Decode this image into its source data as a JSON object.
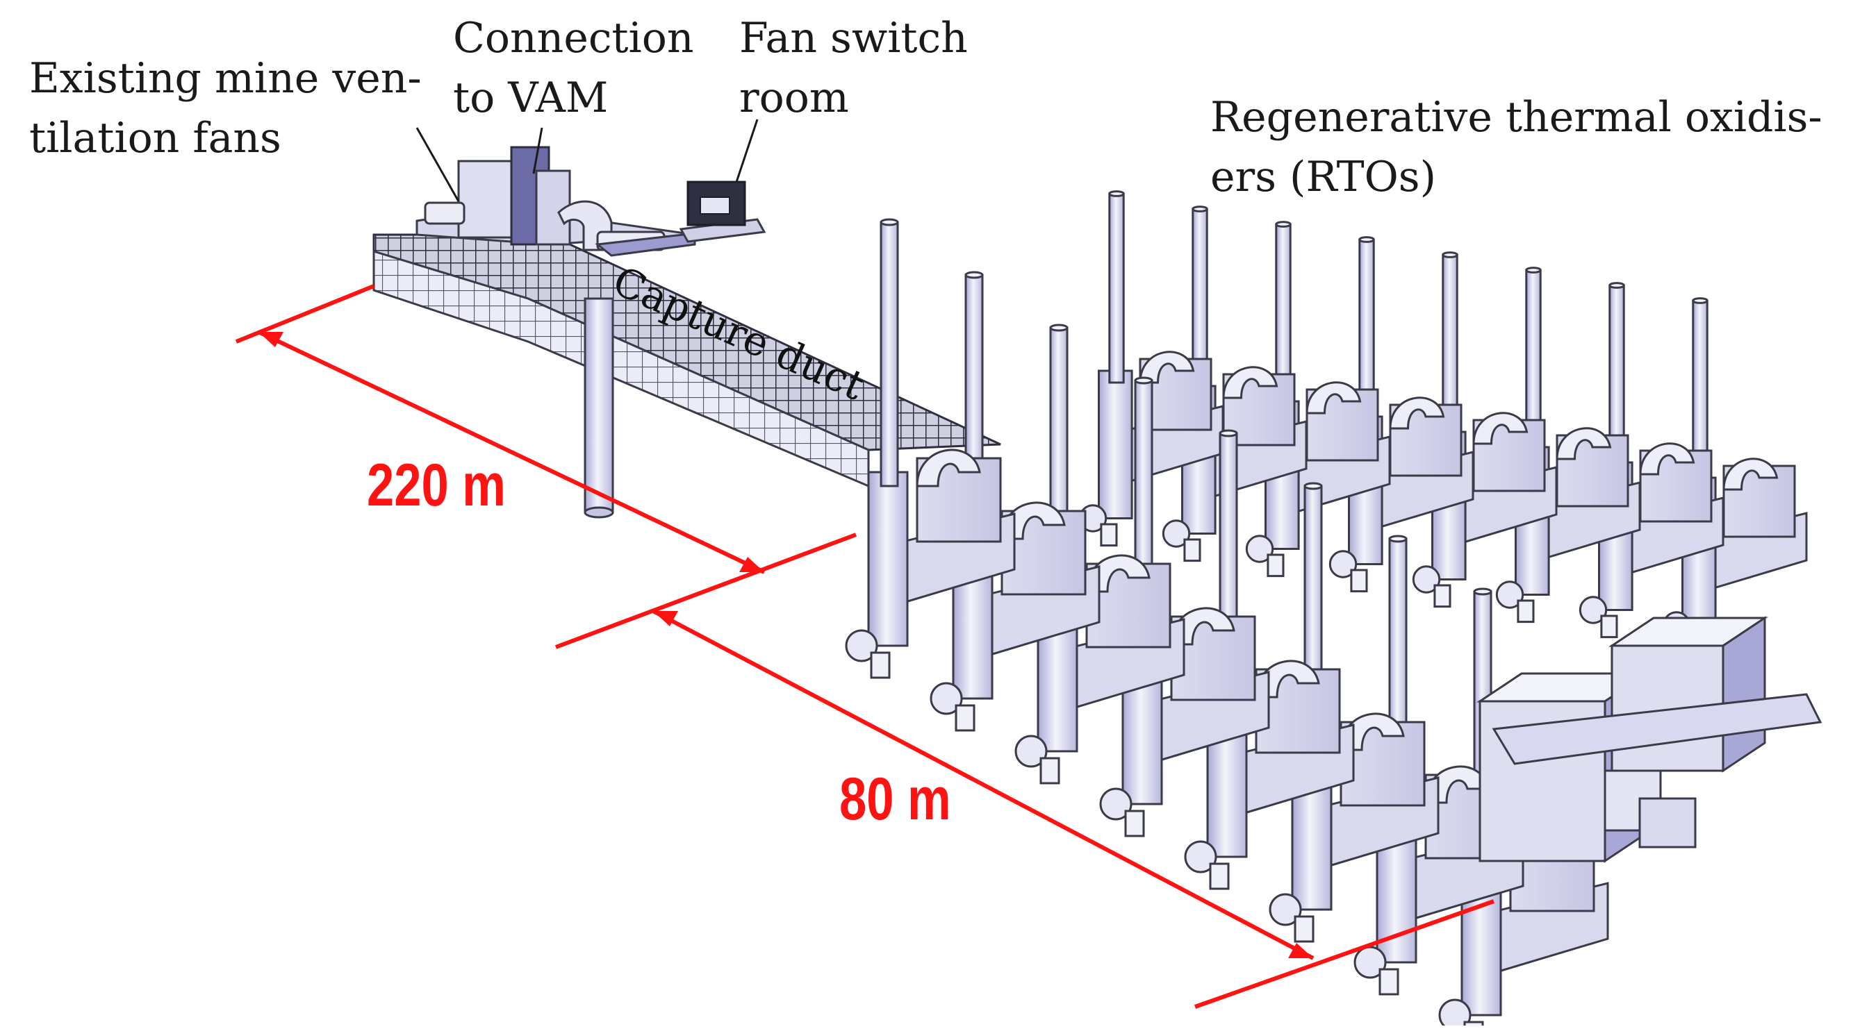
{
  "labels": {
    "existing_fans_line1": "Existing mine ven-",
    "existing_fans_line2": "tilation fans",
    "connection_line1": "Connection",
    "connection_line2": "to VAM",
    "fan_switch_line1": "Fan switch",
    "fan_switch_line2": "room",
    "rto_line1": "Regenerative thermal oxidis-",
    "rto_line2": "ers (RTOs)",
    "capture_duct": "Capture duct"
  },
  "dimensions": {
    "duct_length": "220 m",
    "rto_field_width": "80 m"
  },
  "colors": {
    "dimension_red": "#ff1212",
    "equipment_face": "#e9e9f7",
    "equipment_shade": "#8d8dc9",
    "equipment_dark": "#4f4f7a",
    "outline": "#3a3a48"
  }
}
